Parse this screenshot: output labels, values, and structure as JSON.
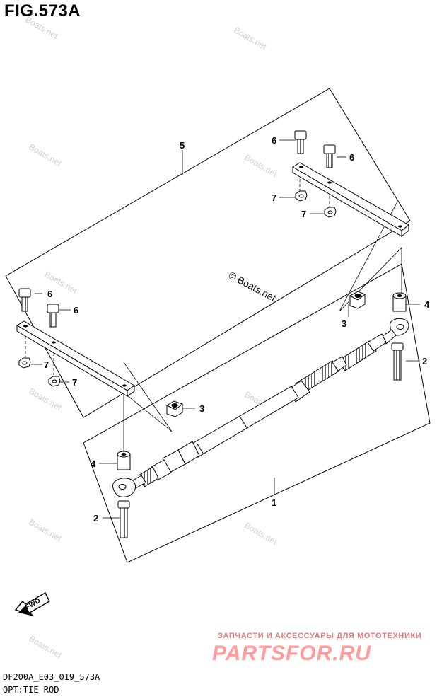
{
  "figure": {
    "title": "FIG.573A",
    "code": "DF200A_E03_019_573A",
    "caption": "OPT:TIE ROD"
  },
  "watermark": {
    "text": "Boats.net",
    "center_text": "© Boats.net"
  },
  "promo": {
    "tagline": "ЗАПЧАСТИ И АКСЕССУАРЫ ДЛЯ МОТОТЕХНИКИ",
    "logo": "PARTSFOR.RU"
  },
  "direction_label": "FWD",
  "callouts": [
    "1",
    "2",
    "2",
    "3",
    "3",
    "4",
    "4",
    "5",
    "6",
    "6",
    "6",
    "6",
    "7",
    "7",
    "7",
    "7"
  ]
}
